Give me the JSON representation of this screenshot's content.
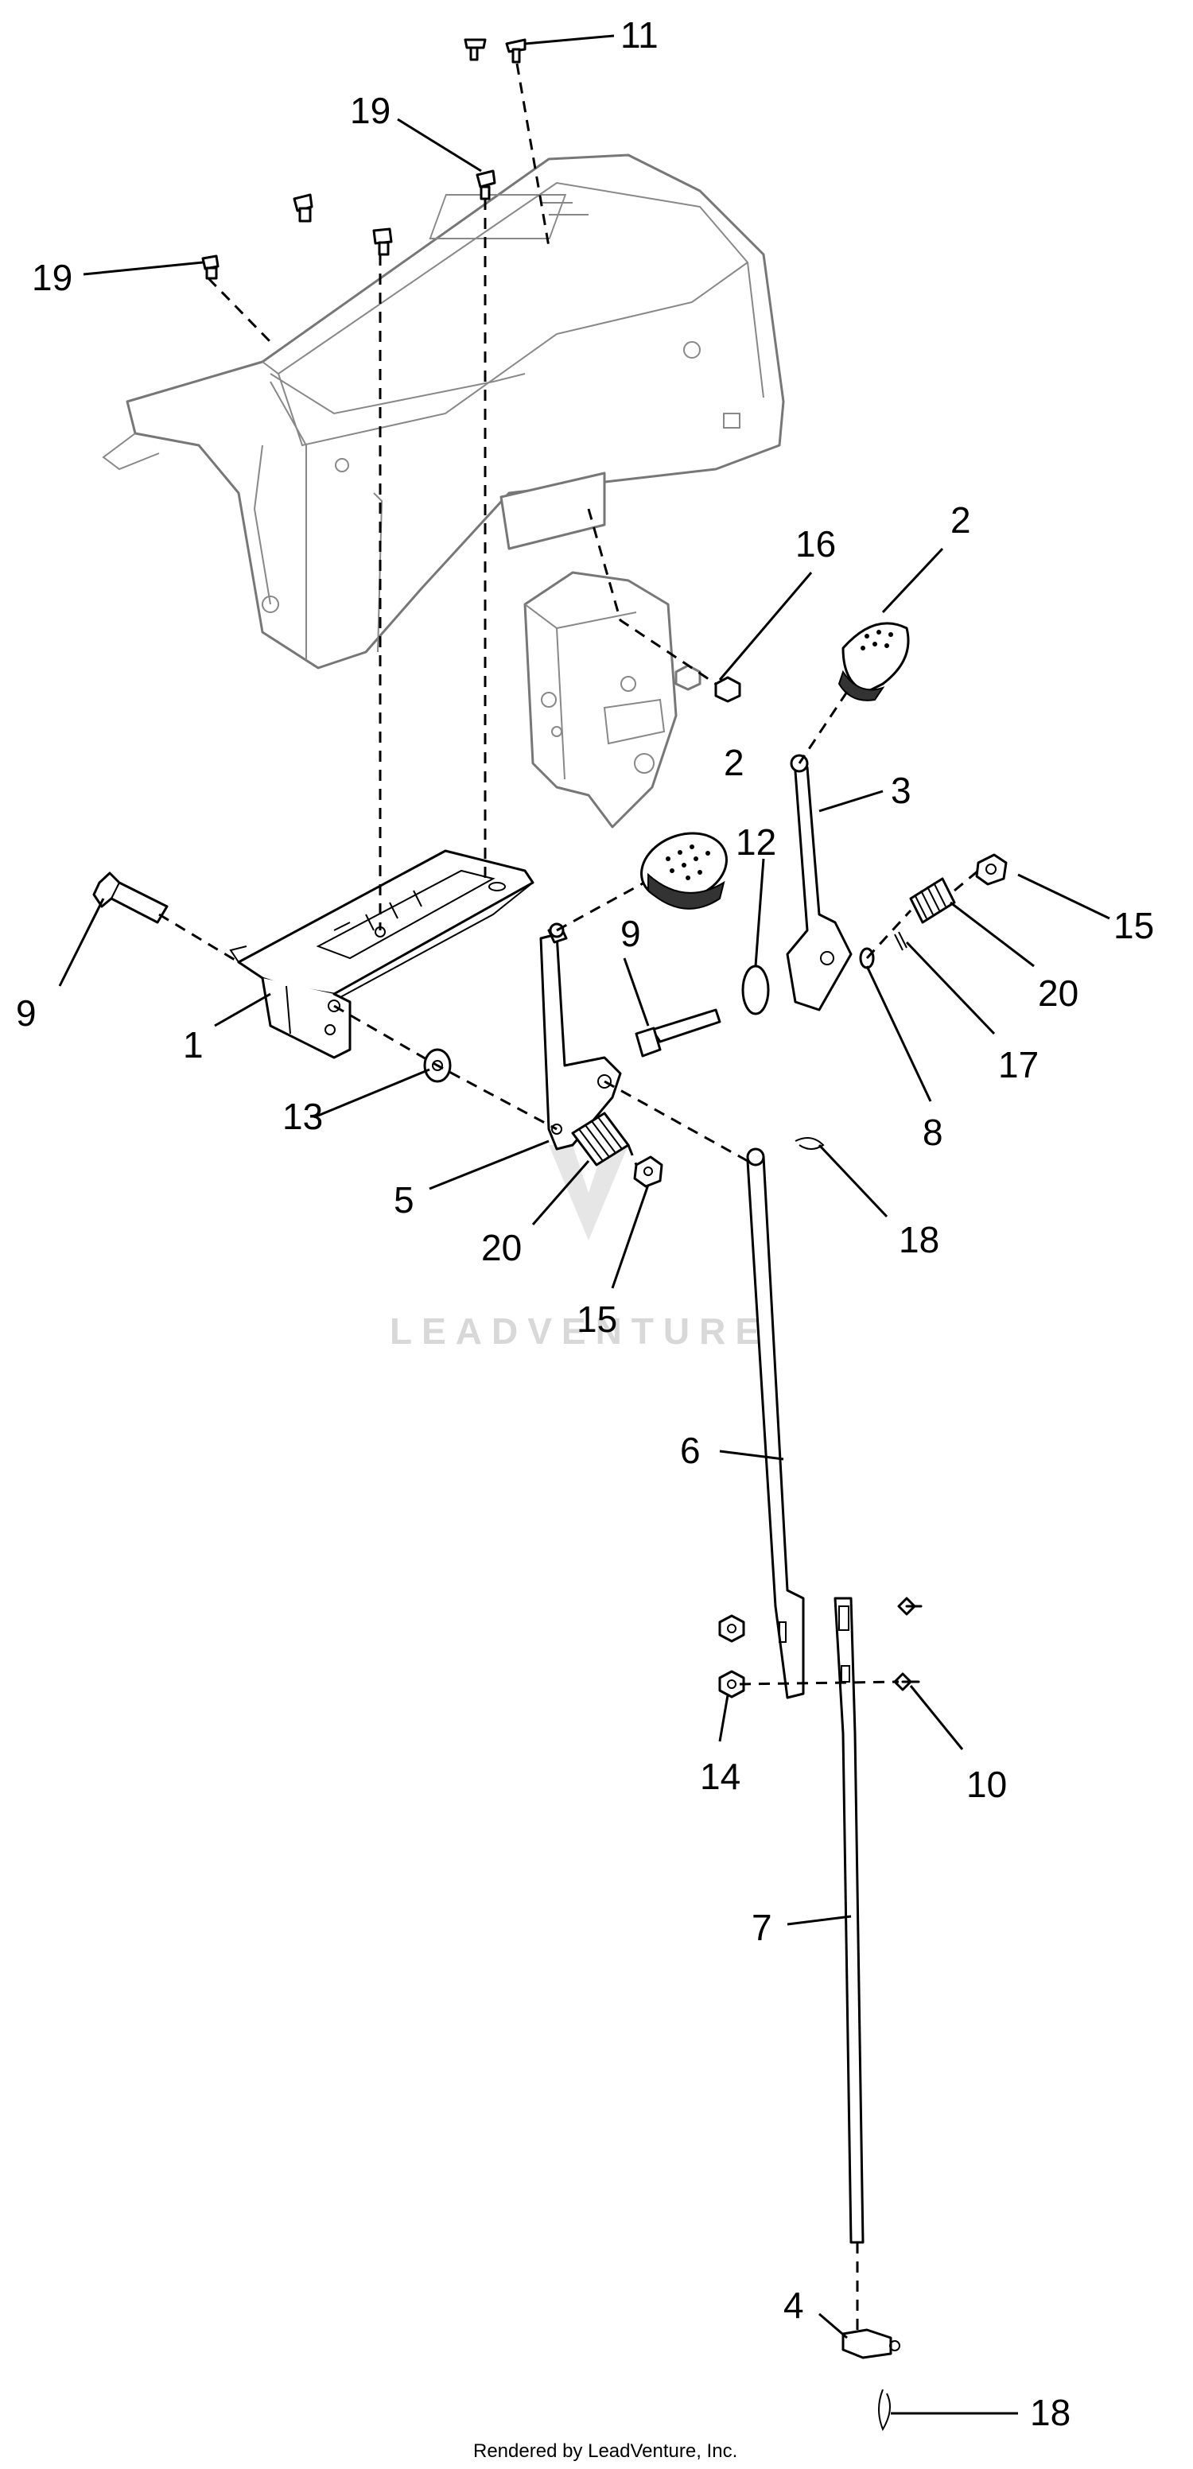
{
  "callouts": [
    {
      "id": "c11a",
      "text": "11"
    },
    {
      "id": "c19a",
      "text": "19"
    },
    {
      "id": "c19b",
      "text": "19"
    },
    {
      "id": "c16",
      "text": "16"
    },
    {
      "id": "c2a",
      "text": "2"
    },
    {
      "id": "c2b",
      "text": "2"
    },
    {
      "id": "c3",
      "text": "3"
    },
    {
      "id": "c12",
      "text": "12"
    },
    {
      "id": "c9a",
      "text": "9"
    },
    {
      "id": "c9b",
      "text": "9"
    },
    {
      "id": "c15a",
      "text": "15"
    },
    {
      "id": "c20a",
      "text": "20"
    },
    {
      "id": "c17",
      "text": "17"
    },
    {
      "id": "c8",
      "text": "8"
    },
    {
      "id": "c1",
      "text": "1"
    },
    {
      "id": "c13",
      "text": "13"
    },
    {
      "id": "c5",
      "text": "5"
    },
    {
      "id": "c20b",
      "text": "20"
    },
    {
      "id": "c15b",
      "text": "15"
    },
    {
      "id": "c18a",
      "text": "18"
    },
    {
      "id": "c6",
      "text": "6"
    },
    {
      "id": "c14",
      "text": "14"
    },
    {
      "id": "c10",
      "text": "10"
    },
    {
      "id": "c7",
      "text": "7"
    },
    {
      "id": "c4",
      "text": "4"
    },
    {
      "id": "c18b",
      "text": "18"
    }
  ],
  "watermark": "LEADVENTURE",
  "footer": "Rendered by LeadVenture, Inc."
}
